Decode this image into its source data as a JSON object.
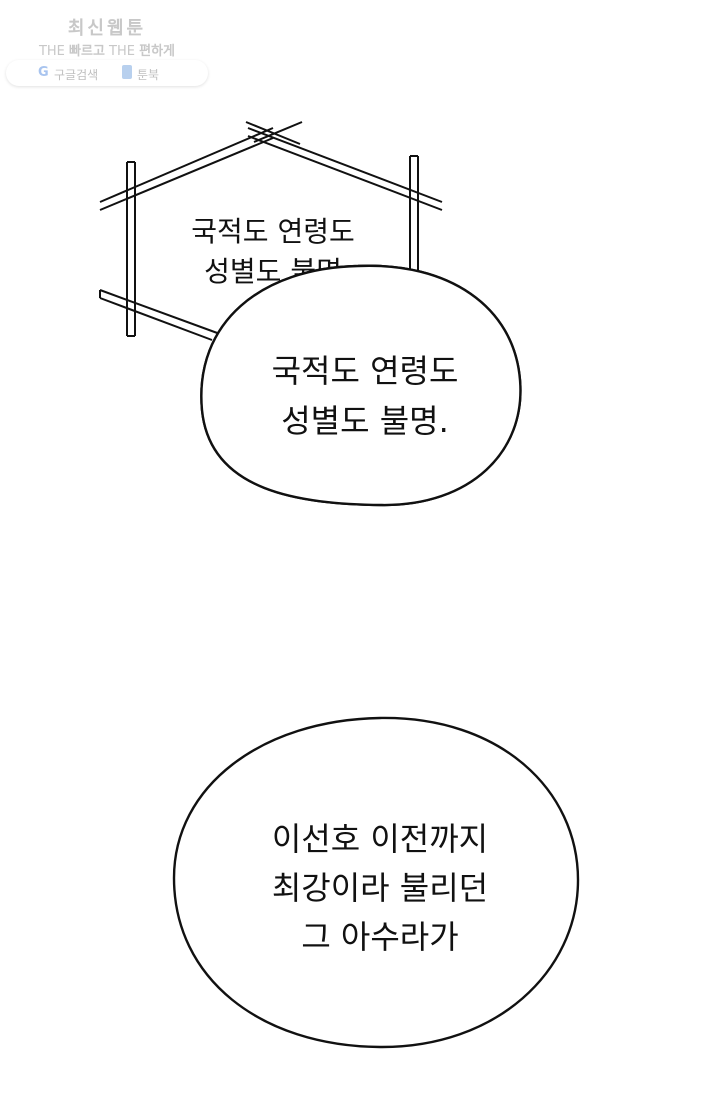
{
  "watermark": {
    "site_name": "최신웹툰",
    "slogan_part1": "THE ",
    "slogan_part2": "빠르고",
    "slogan_part3": " THE ",
    "slogan_part4": "편하게",
    "google_letter": "G",
    "google_label": "구글검색",
    "book_label": "툰북"
  },
  "panels": {
    "hexagon_caption": {
      "line1": "국적도 연령도",
      "line2": "성별도 불명"
    },
    "bubble_1": {
      "line1": "국적도 연령도",
      "line2": "성별도 불명."
    },
    "bubble_2": {
      "line1": "이선호 이전까지",
      "line2": "최강이라 불리던",
      "line3": "그 아수라가"
    }
  },
  "colors": {
    "ink": "#111111",
    "background": "#ffffff",
    "watermark": "#c8c8c8"
  }
}
